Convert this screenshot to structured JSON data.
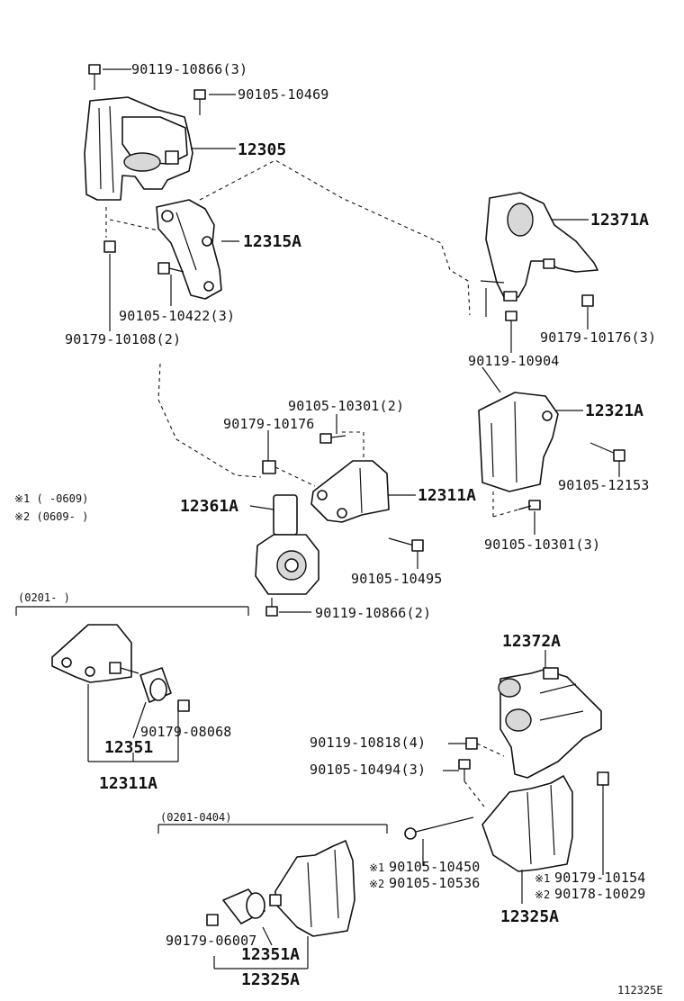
{
  "labels": {
    "p90119_10866_3": "90119-10866(3)",
    "p90105_10469": "90105-10469",
    "p12305": "12305",
    "p12315A": "12315A",
    "p90105_10422_3": "90105-10422(3)",
    "p90179_10108_2": "90179-10108(2)",
    "p12371A": "12371A",
    "p90179_10176_3": "90179-10176(3)",
    "p90119_10904": "90119-10904",
    "p90105_10301_2": "90105-10301(2)",
    "p90179_10176": "90179-10176",
    "p12321A": "12321A",
    "p90105_12153": "90105-12153",
    "p12311A_a": "12311A",
    "p12361A": "12361A",
    "p90105_10495": "90105-10495",
    "p90105_10301_3": "90105-10301(3)",
    "p90119_10866_2": "90119-10866(2)",
    "p12372A": "12372A",
    "p90179_08068": "90179-08068",
    "p12351": "12351",
    "p12311A_b": "12311A",
    "p90119_10818_4": "90119-10818(4)",
    "p90105_10494_3": "90105-10494(3)",
    "p90105_10450": "90105-10450",
    "p90105_10536": "90105-10536",
    "p90179_10154": "90179-10154",
    "p90178_10029": "90178-10029",
    "p12325A_a": "12325A",
    "p90179_06007": "90179-06007",
    "p12351A": "12351A",
    "p12325A_b": "12325A"
  },
  "notes": {
    "note1": "※1 (    -0609)",
    "note2": "※2 (0609-    )",
    "range1": "(0201-      )",
    "range2": "(0201-0404)",
    "mark1": "※1",
    "mark2": "※2",
    "mark3": "※1",
    "mark4": "※2"
  },
  "figure_id": "112325E"
}
